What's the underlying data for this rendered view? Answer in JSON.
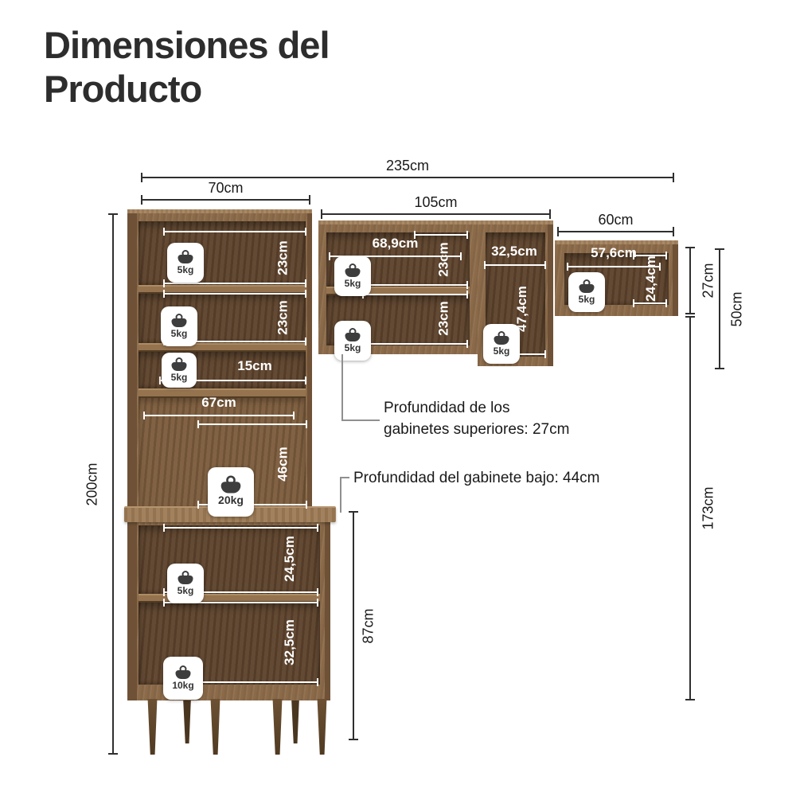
{
  "title": {
    "line1": "Dimensiones del",
    "line2": "Producto"
  },
  "dimensions": {
    "total_width": "235cm",
    "left_cabinet_width": "70cm",
    "middle_cabinet_width": "105cm",
    "right_cabinet_width": "60cm",
    "left_cabinet_height": "200cm",
    "right_side_height": "173cm",
    "right_cabinet_height": "27cm",
    "right_gap_height": "50cm",
    "base_cabinet_height": "87cm",
    "left_shelf_1": "23cm",
    "left_shelf_2": "23cm",
    "left_shelf_3": "15cm",
    "left_inner_width": "67cm",
    "left_open_height": "46cm",
    "middle_inner_width": "68,9cm",
    "middle_shelf_1": "23cm",
    "middle_shelf_2": "23cm",
    "middle_right_width": "32,5cm",
    "middle_right_height": "47,4cm",
    "right_inner_width": "57,6cm",
    "right_inner_height": "24,4cm",
    "base_shelf_1": "24,5cm",
    "base_shelf_2": "32,5cm"
  },
  "annotations": {
    "upper_depth_line1": "Profundidad de los",
    "upper_depth_line2": "gabinetes superiores: 27cm",
    "lower_depth": "Profundidad del gabinete bajo: 44cm"
  },
  "weights": {
    "shelf": "5kg",
    "countertop": "20kg",
    "base": "10kg"
  },
  "colors": {
    "wood_frame": "#8b6a49",
    "wood_dark_interior": "#5d432c",
    "wood_light_top": "#a4835e",
    "wood_side": "#6e5136",
    "dimension_line": "#2f2f2f",
    "white_dimension": "#ffffff",
    "annotation_text": "#1a1a1a",
    "background": "#ffffff"
  }
}
